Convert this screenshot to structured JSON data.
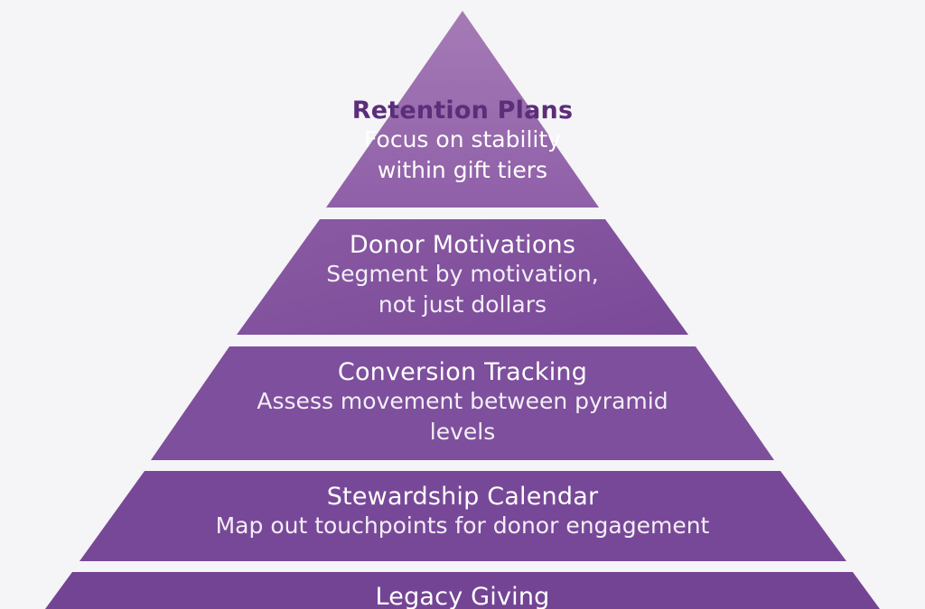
{
  "pyramid": {
    "tiers": [
      {
        "title": "Retention Plans",
        "description_line1": "Focus on stability",
        "description_line2": "within gift tiers"
      },
      {
        "title": "Donor Motivations",
        "description_line1": "Segment by motivation,",
        "description_line2": "not just dollars"
      },
      {
        "title": "Conversion Tracking",
        "description_line1": "Assess movement between pyramid",
        "description_line2": "levels"
      },
      {
        "title": "Stewardship Calendar",
        "description_line1": "Map out touchpoints for donor engagement",
        "description_line2": ""
      },
      {
        "title": "Legacy Giving",
        "description_line1": "",
        "description_line2": ""
      }
    ]
  },
  "colors": {
    "background": "#f5f4f6",
    "tier_top": "#9a6aab",
    "tier_base": "#754696",
    "title_top": "#5b2d7a",
    "text": "#ffffff"
  }
}
